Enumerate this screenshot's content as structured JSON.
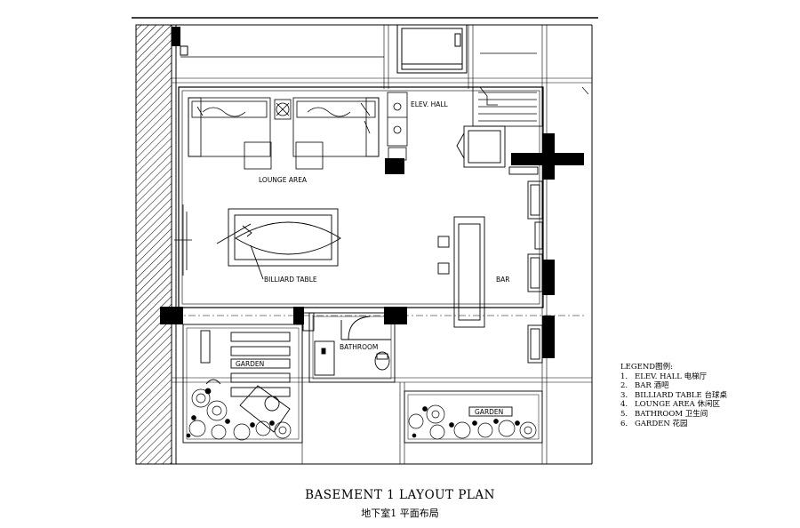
{
  "plan": {
    "labels": {
      "elev_hall": "ELEV. HALL",
      "lounge_area": "LOUNGE AREA",
      "billiard_table": "BILLIARD TABLE",
      "bar": "BAR",
      "bathroom": "BATHROOM",
      "garden_left": "GARDEN",
      "garden_right": "GARDEN"
    }
  },
  "legend": {
    "title": "LEGEND图例:",
    "items": [
      {
        "num": "1.",
        "text": "ELEV. HALL 电梯厅"
      },
      {
        "num": "2.",
        "text": "BAR 酒吧"
      },
      {
        "num": "3.",
        "text": "BILLIARD TABLE 台球桌"
      },
      {
        "num": "4.",
        "text": "LOUNGE AREA 休闲区"
      },
      {
        "num": "5.",
        "text": "BATHROOM 卫生间"
      },
      {
        "num": "6.",
        "text": "GARDEN 花园"
      }
    ]
  },
  "caption": {
    "english": "BASEMENT 1 LAYOUT PLAN",
    "chinese": "地下室1  平面布局"
  }
}
